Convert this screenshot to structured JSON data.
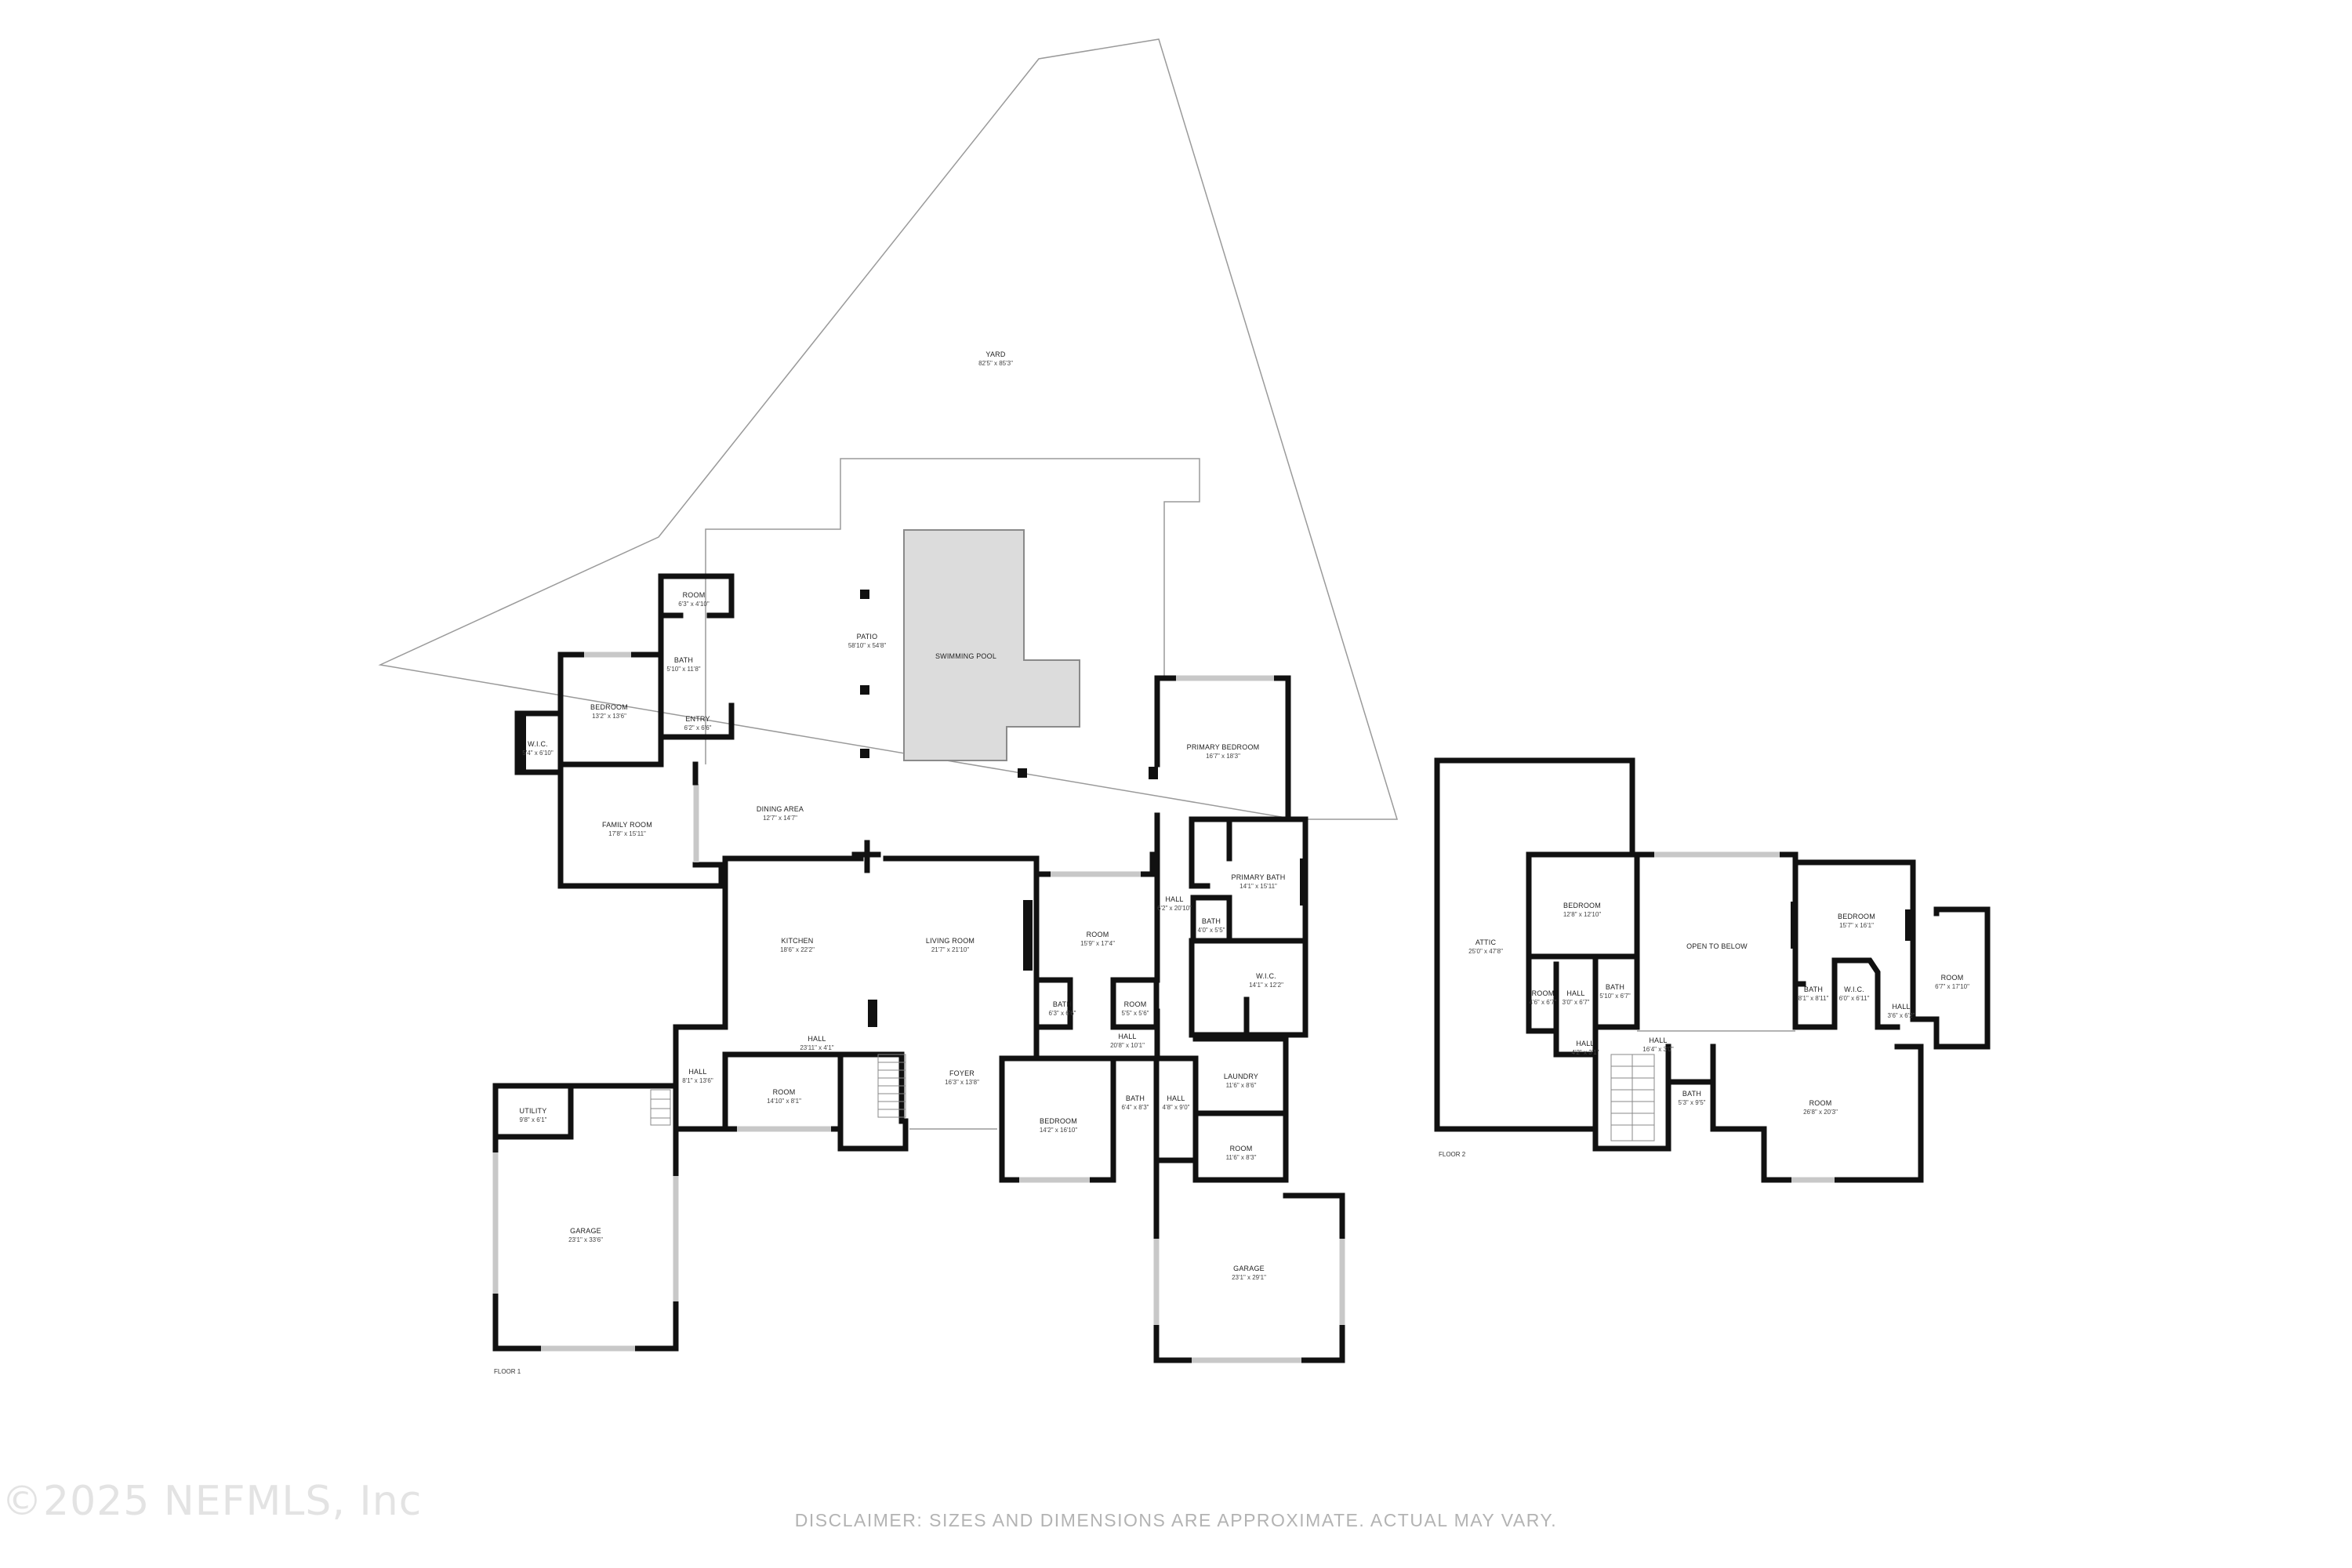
{
  "watermark": "©2025 NEFMLS, Inc",
  "disclaimer": "DISCLAIMER: SIZES AND DIMENSIONS ARE APPROXIMATE. ACTUAL MAY VARY.",
  "floors": [
    {
      "label": "FLOOR 1",
      "rooms": [
        {
          "name": "YARD",
          "dim": "82'5\" x 85'3\""
        },
        {
          "name": "PATIO",
          "dim": "58'10\" x 54'8\""
        },
        {
          "name": "SWIMMING POOL",
          "dim": ""
        },
        {
          "name": "ROOM",
          "dim": "6'3\" x 4'10\""
        },
        {
          "name": "BATH",
          "dim": "5'10\" x 11'8\""
        },
        {
          "name": "ENTRY",
          "dim": "6'2\" x 6'6\""
        },
        {
          "name": "BEDROOM",
          "dim": "13'2\" x 13'6\""
        },
        {
          "name": "W.I.C.",
          "dim": "5'4\" x 6'10\""
        },
        {
          "name": "FAMILY ROOM",
          "dim": "17'8\" x 15'11\""
        },
        {
          "name": "DINING AREA",
          "dim": "12'7\" x 14'7\""
        },
        {
          "name": "KITCHEN",
          "dim": "18'6\" x 22'2\""
        },
        {
          "name": "LIVING ROOM",
          "dim": "21'7\" x 21'10\""
        },
        {
          "name": "PRIMARY BEDROOM",
          "dim": "16'7\" x 18'3\""
        },
        {
          "name": "PRIMARY BATH",
          "dim": "14'1\" x 15'11\""
        },
        {
          "name": "HALL",
          "dim": "6'2\" x 20'10\""
        },
        {
          "name": "BATH",
          "dim": "4'0\" x 5'5\""
        },
        {
          "name": "W.I.C.",
          "dim": "14'1\" x 12'2\""
        },
        {
          "name": "ROOM",
          "dim": "15'9\" x 17'4\""
        },
        {
          "name": "BATH",
          "dim": "6'3\" x 6'6\""
        },
        {
          "name": "ROOM",
          "dim": "5'5\" x 5'6\""
        },
        {
          "name": "HALL",
          "dim": "20'8\" x 10'1\""
        },
        {
          "name": "HALL",
          "dim": "23'11\" x 4'1\""
        },
        {
          "name": "HALL",
          "dim": "8'1\" x 13'6\""
        },
        {
          "name": "ROOM",
          "dim": "14'10\" x 8'1\""
        },
        {
          "name": "FOYER",
          "dim": "16'3\" x 13'8\""
        },
        {
          "name": "BEDROOM",
          "dim": "14'2\" x 16'10\""
        },
        {
          "name": "BATH",
          "dim": "6'4\" x 8'3\""
        },
        {
          "name": "HALL",
          "dim": "4'8\" x 9'0\""
        },
        {
          "name": "LAUNDRY",
          "dim": "11'6\" x 8'6\""
        },
        {
          "name": "ROOM",
          "dim": "11'6\" x 8'3\""
        },
        {
          "name": "UTILITY",
          "dim": "9'8\" x 6'1\""
        },
        {
          "name": "GARAGE",
          "dim": "23'1\" x 33'6\""
        },
        {
          "name": "GARAGE",
          "dim": "23'1\" x 29'1\""
        }
      ]
    },
    {
      "label": "FLOOR 2",
      "rooms": [
        {
          "name": "ATTIC",
          "dim": "25'0\" x 47'8\""
        },
        {
          "name": "BEDROOM",
          "dim": "12'8\" x 12'10\""
        },
        {
          "name": "OPEN TO BELOW",
          "dim": ""
        },
        {
          "name": "BEDROOM",
          "dim": "15'7\" x 16'1\""
        },
        {
          "name": "ROOM",
          "dim": "6'7\" x 17'10\""
        },
        {
          "name": "ROOM",
          "dim": "4'6\" x 6'7\""
        },
        {
          "name": "HALL",
          "dim": "3'0\" x 6'7\""
        },
        {
          "name": "BATH",
          "dim": "5'10\" x 6'7\""
        },
        {
          "name": "BATH",
          "dim": "8'1\" x 8'11\""
        },
        {
          "name": "W.I.C.",
          "dim": "6'0\" x 6'11\""
        },
        {
          "name": "HALL",
          "dim": "3'6\" x 6'2\""
        },
        {
          "name": "HALL",
          "dim": "4'2\" x 3'1\""
        },
        {
          "name": "HALL",
          "dim": "16'4\" x 3'0\""
        },
        {
          "name": "BATH",
          "dim": "5'3\" x 9'5\""
        },
        {
          "name": "ROOM",
          "dim": "26'8\" x 20'3\""
        }
      ]
    }
  ]
}
